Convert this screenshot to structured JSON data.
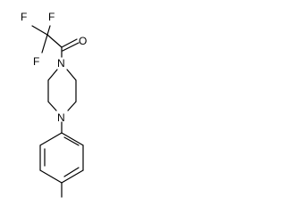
{
  "molecule": {
    "atoms": {
      "fluorine_top_left": "F",
      "fluorine_top_right": "F",
      "fluorine_bottom": "F",
      "carbonyl_oxygen": "O",
      "piperazine_nitrogen_top": "N",
      "piperazine_nitrogen_bottom": "N"
    }
  }
}
